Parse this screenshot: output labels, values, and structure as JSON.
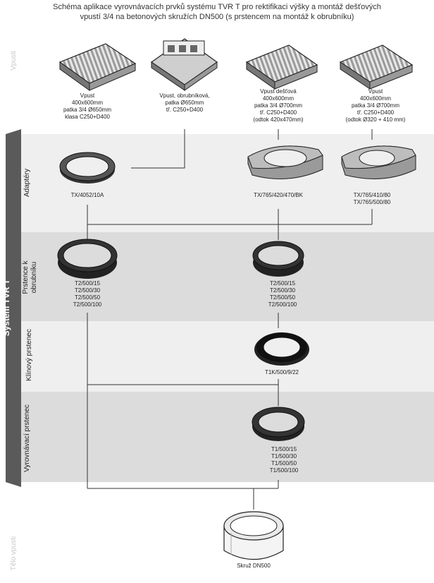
{
  "title": {
    "line1": "Schéma aplikace vyrovnávacích prvků systému TVR T pro rektifikaci výšky a montáž dešťových",
    "line2": "vpustí 3/4 na betonových skružích DN500 (s prstencem na montáž k obrubníku)"
  },
  "sections": {
    "vpusti": "Vpusti",
    "system": "System TVR T",
    "adaptery": "Adaptéry",
    "prstence_line1": "Prstence k",
    "prstence_line2": "obrubníku",
    "klinovy": "Klínový prstenec",
    "vyrovnavaci": "Vyrovnávací prstenec",
    "telo": "Tělo vpusti"
  },
  "gullies": [
    {
      "lines": [
        "Vpust",
        "400x600mm",
        "patka 3/4  Ø650mm",
        "klasa C250+D400"
      ]
    },
    {
      "lines": [
        "Vpust, obrubníková,",
        "patka Ø650mm",
        "tř. C250+D400"
      ]
    },
    {
      "lines": [
        "Vpust dešťová",
        "400x600mm",
        "patka 3/4 Ø700mm",
        "tř. C250+D400",
        "(odtok 420x470mm)"
      ]
    },
    {
      "lines": [
        "Vpust",
        "400x600mm",
        "patka 3/4 Ø700mm",
        "tř. C250+D400",
        "(odtok Ø320 + 410 mm)"
      ]
    }
  ],
  "adapters": [
    {
      "codes": [
        "TX/4052/10A"
      ]
    },
    {
      "codes": [
        "TX/765/420/470/BK"
      ]
    },
    {
      "codes": [
        "TX/765/410/80",
        "TX/765/500/80"
      ]
    }
  ],
  "kerb_rings": [
    {
      "codes": [
        "T2/500/15",
        "T2/500/30",
        "T2/500/50",
        "T2/500/100"
      ]
    },
    {
      "codes": [
        "T2/500/15",
        "T2/500/30",
        "T2/500/50",
        "T2/500/100"
      ]
    }
  ],
  "wedge_ring": {
    "code": "T1K/500/9/22"
  },
  "leveling_ring": {
    "codes": [
      "T1/500/15",
      "T1/500/30",
      "T1/500/50",
      "T1/500/100"
    ]
  },
  "shaft": {
    "label": "Skruž DN500"
  }
}
